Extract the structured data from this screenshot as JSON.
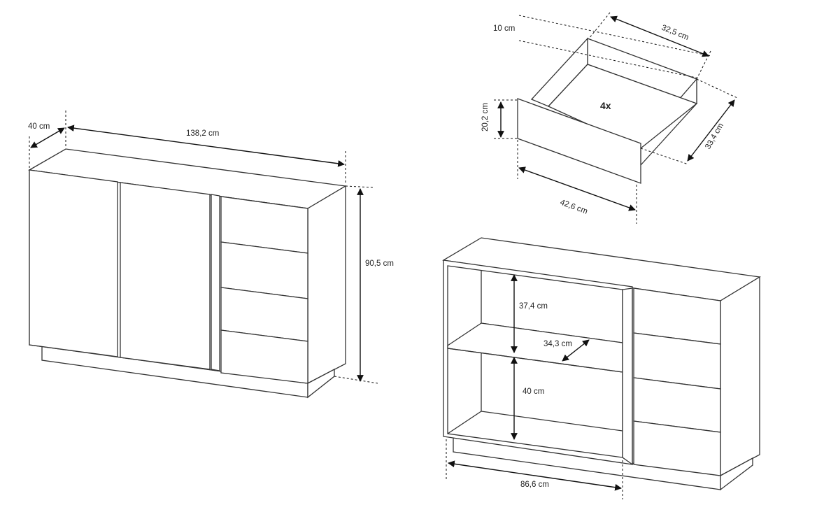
{
  "cabinet_doors": {
    "depth": "40 cm",
    "width": "138,2 cm",
    "height": "90,5 cm"
  },
  "drawer": {
    "inner_height": "10 cm",
    "inner_width": "32,5 cm",
    "front_height": "20,2 cm",
    "inner_depth": "33,4 cm",
    "front_width": "42,6 cm",
    "count": "4x"
  },
  "cabinet_open": {
    "upper_shelf_height": "37,4 cm",
    "shelf_depth": "34,3 cm",
    "lower_shelf_height": "40 cm",
    "compartment_width": "86,6 cm"
  }
}
